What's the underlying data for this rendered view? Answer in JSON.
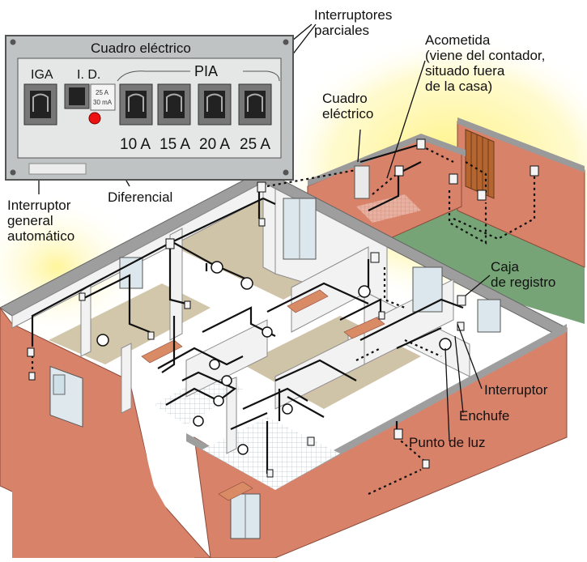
{
  "panel": {
    "title": "Cuadro eléctrico",
    "iga": "IGA",
    "id": "I. D.",
    "pia": "PIA",
    "id_rating_a": "25 A",
    "id_rating_ma": "30 mA",
    "amps": [
      "10 A",
      "15 A",
      "20 A",
      "25 A"
    ]
  },
  "labels": {
    "interruptores_parciales": "Interruptores\nparciales",
    "acometida": "Acometida\n(viene del contador,\nsituado fuera\nde la casa)",
    "cuadro_electrico": "Cuadro\neléctrico",
    "diferencial": "Diferencial",
    "interruptor_general": "Interruptor\ngeneral\nautomático",
    "caja_registro": "Caja\nde registro",
    "interruptor": "Interruptor",
    "enchufe": "Enchufe",
    "punto_luz": "Punto de luz"
  },
  "colors": {
    "wall_brick": "#d9826a",
    "wall_top": "#9a9a9a",
    "wall_inner": "#f2f2f2",
    "floor_room": "#cfc4a8",
    "floor_green": "#76a476",
    "glow": "#fff27a",
    "wire": "#111111",
    "panel_bg": "#bfc3c4"
  }
}
